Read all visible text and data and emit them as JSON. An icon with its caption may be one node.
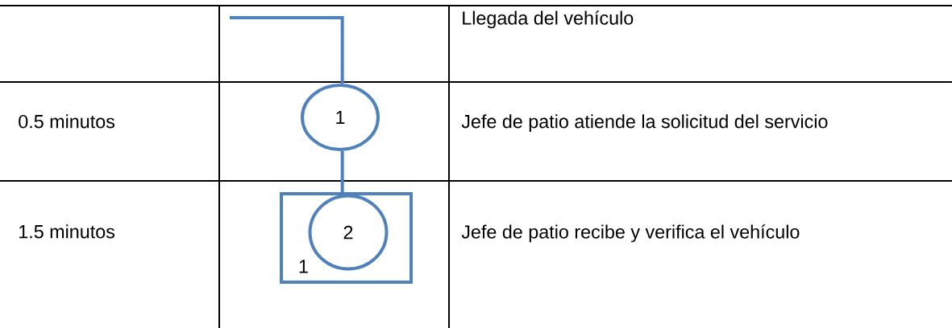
{
  "diagram": {
    "nodes": [
      {
        "text": [
          "1"
        ]
      },
      {
        "text": [
          "1"
        ]
      },
      {
        "text": [
          "2"
        ],
        "in": 1
      }
    ],
    "edges": [
      {
        "from": null,
        "to": 0,
        "arrow": "none"
      },
      {
        "from": 0,
        "to": 2,
        "arrow": "none"
      }
    ],
    "labels": [
      "Llegada del vehículo",
      "0.5 minutos",
      "Jefe de patio atiende la solicitud del servicio",
      "1.5 minutos",
      "Jefe de patio recibe y verifica el vehículo"
    ]
  }
}
